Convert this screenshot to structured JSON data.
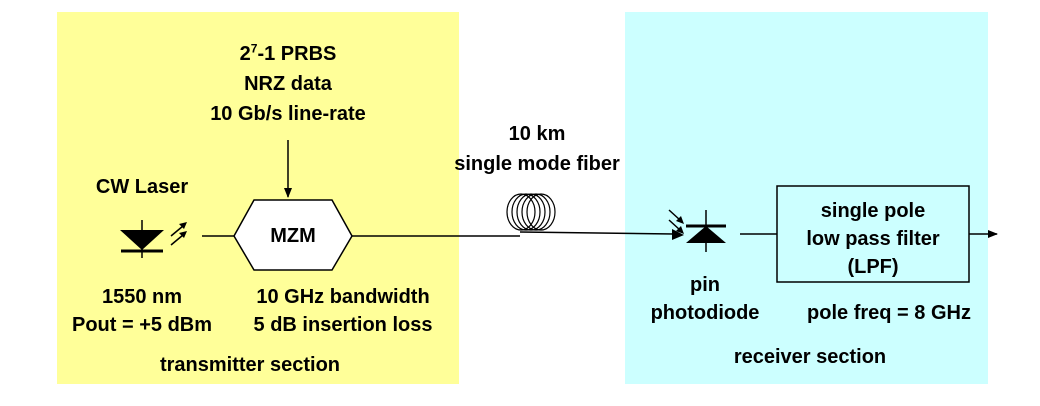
{
  "colors": {
    "transmitter_bg": "#FFFF99",
    "receiver_bg": "#CCFFFF",
    "lines": "#000000"
  },
  "data_source": {
    "line1_base": "2",
    "line1_exp": "7",
    "line1_rest": "-1 PRBS",
    "line2": "NRZ data",
    "line3": "10 Gb/s line-rate"
  },
  "laser": {
    "title": "CW Laser",
    "wavelength": "1550 nm",
    "power": "Pout = +5 dBm"
  },
  "modulator": {
    "label": "MZM",
    "bandwidth": "10 GHz bandwidth",
    "loss": "5 dB insertion loss"
  },
  "fiber": {
    "length": "10 km",
    "type": "single mode fiber"
  },
  "photodiode": {
    "line1": "pin",
    "line2": "photodiode"
  },
  "filter": {
    "line1": "single pole",
    "line2": "low pass filter",
    "line3": "(LPF)",
    "pole": "pole freq = 8 GHz"
  },
  "sections": {
    "transmitter": "transmitter section",
    "receiver": "receiver section"
  },
  "icons": [
    "laser-diode-icon",
    "photodiode-icon",
    "fiber-coil-icon",
    "output-arrow-icon"
  ]
}
